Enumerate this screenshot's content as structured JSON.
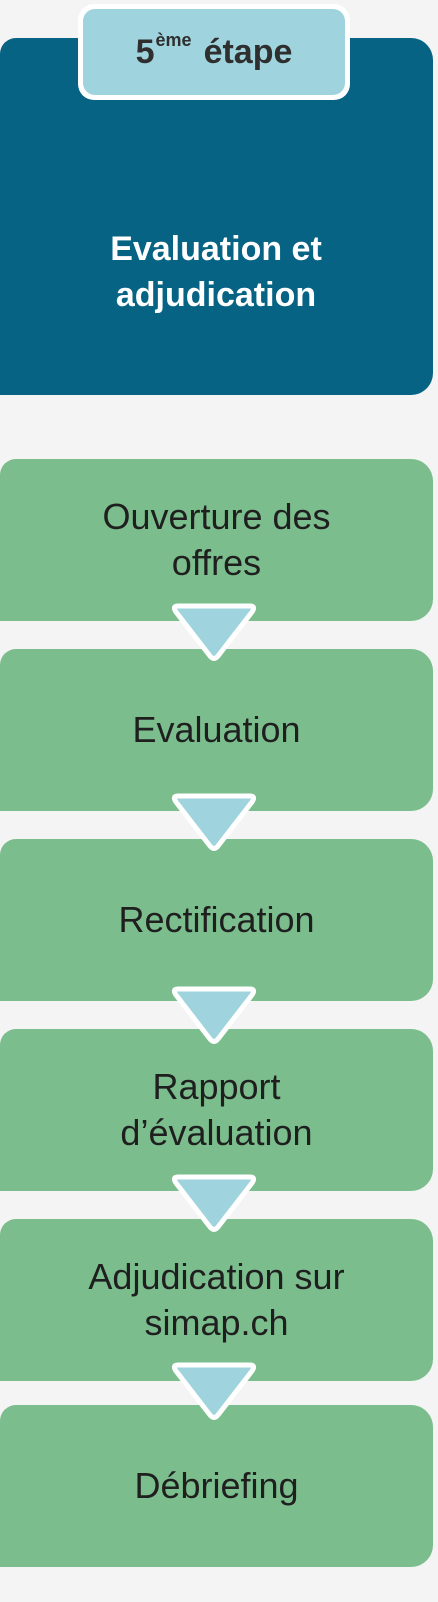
{
  "stage": {
    "number": "5",
    "superscript": "ème",
    "word": "étape",
    "title": "Evaluation et\nadjudication"
  },
  "steps": [
    {
      "label": "Ouverture des\noffres"
    },
    {
      "label": "Evaluation"
    },
    {
      "label": "Rectification"
    },
    {
      "label": "Rapport\nd’évaluation"
    },
    {
      "label": "Adjudication sur\nsimap.ch"
    },
    {
      "label": "Débriefing"
    }
  ],
  "colors": {
    "header_bg": "#066383",
    "tab_bg": "#9fd4df",
    "step_bg": "#7bbd8c",
    "arrow_fill": "#9fd4df",
    "arrow_outline": "#ffffff"
  },
  "icons": {
    "connector": "triangle-down-icon"
  }
}
